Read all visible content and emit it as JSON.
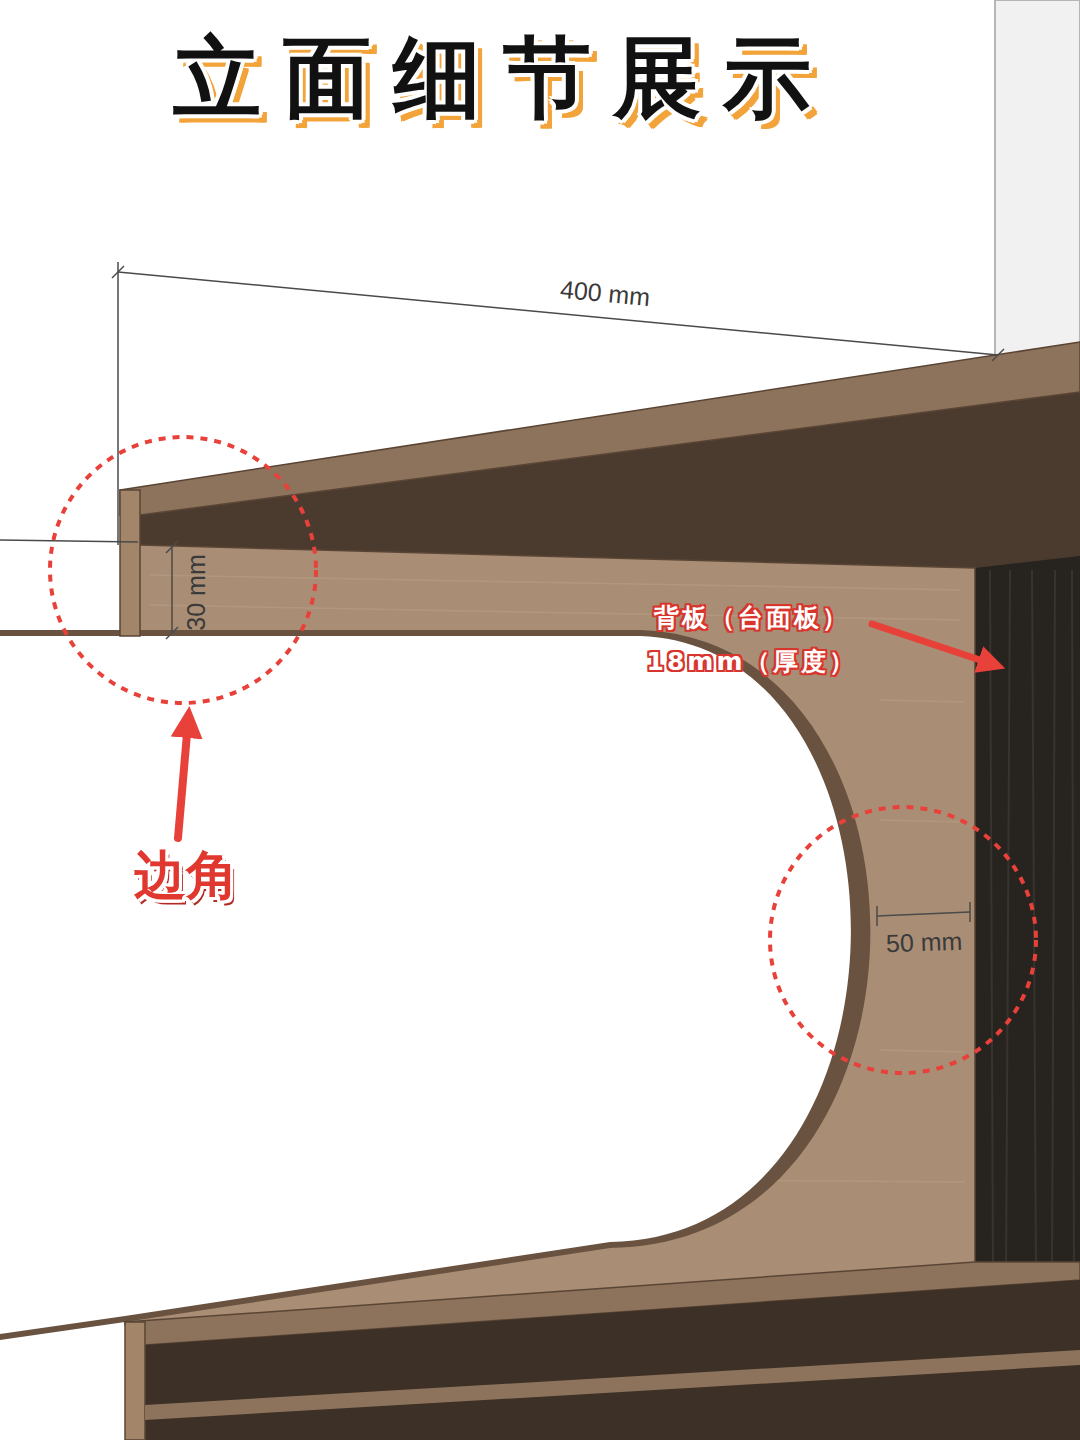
{
  "diagram": {
    "title": "立面细节展示",
    "labels": [
      "400 mm",
      "30 mm",
      "背板（台面板） 18mm（厚度）",
      "边角",
      "50 mm"
    ]
  }
}
